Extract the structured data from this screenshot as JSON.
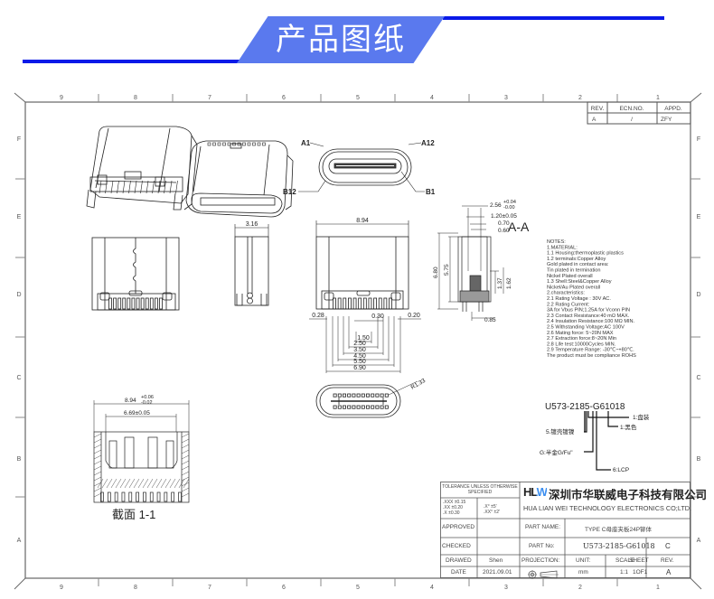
{
  "banner": {
    "title": "产品图纸"
  },
  "frame": {
    "columns": [
      "9",
      "8",
      "7",
      "6",
      "5",
      "4",
      "3",
      "2",
      "1"
    ],
    "rows": [
      "F",
      "E",
      "D",
      "C",
      "B",
      "A"
    ]
  },
  "revision_table": {
    "headers": [
      "REV.",
      "ECN.NO.",
      "APPD."
    ],
    "row": [
      "A",
      "/",
      "ZFY"
    ]
  },
  "views": {
    "connector_face": {
      "labels": {
        "a1": "A1",
        "a12": "A12",
        "b12": "B12",
        "b1": "B1"
      }
    },
    "side_view": {
      "dim_width": "3.16"
    },
    "front_view": {
      "dim_width": "8.94",
      "dims": {
        "d028": "0.28",
        "d030": "0.30",
        "d020": "0.20",
        "d150": "1.50",
        "d250": "2.50",
        "d350": "3.50",
        "d450": "4.50",
        "d550": "5.50",
        "d690": "6.90"
      }
    },
    "section_aa": {
      "title": "A-A",
      "dims": {
        "d256": "2.56",
        "d256_tol_up": "+0.04",
        "d256_tol_dn": "-0.00",
        "d120": "1.20±0.05",
        "d070": "0.70",
        "d060": "0.60",
        "d680": "6.80",
        "d575": "5.75",
        "d137": "1.37",
        "d162": "1.62",
        "d085": "0.85"
      }
    },
    "bottom_view": {
      "radius": "R1.33"
    },
    "section_11": {
      "caption": "截面  1-1",
      "dim_outer": "8.94",
      "dim_outer_tol_up": "+0.06",
      "dim_outer_tol_dn": "-0.02",
      "dim_inner": "6.69±0.05"
    }
  },
  "notes": {
    "lines": [
      "NOTES:",
      "1.MATERIAL:",
      "  1.1 Housing:thermoplastic plastics",
      "  1.2 terminals:Copper Alloy",
      "     Gold plated in contact area:",
      "     Tin plated in termination",
      "     Nickel Plated overall",
      "  1.3 Shell:Steel&Copper Alloy",
      "       Nickel/Au Plated overall",
      "2.characteristics:",
      "  2.1 Rating Voltage : 30V AC.",
      "  2.2 Rating Current:",
      "      3A for Vbus PIN;1.25A for Vconn PIN",
      "  2.3 Contact Resistance:40 mΩ MAX.",
      "  2.4 Insulation Resistance:100 MΩ MIN.",
      "  2.5 Withstanding Voltage:AC 100V",
      "  2.6 Mating force: 5~20N MAX",
      "  2.7 Extraction force:8~20N Min",
      "  2.8 Life test:10000Cycles MIN.",
      "  2.9 Temperature Range: -30℃~+80℃.",
      "  The product must be compliance ROHS"
    ]
  },
  "part_code": {
    "code": "U573-2185-G61018",
    "legend": [
      "1:盘装",
      "1:黑色",
      "5.镀壳镀镍",
      "G:半金G/Fu\"",
      "6:LCP"
    ]
  },
  "title_block": {
    "tolerance_header": "TOLERANCE UNLESS OTHERWISE SPECIFIED",
    "tolerance_linear": [
      ".XXX ±0.15",
      ".XX  ±0.20",
      ".X   ±0.30"
    ],
    "tolerance_angular": [
      ".X°   ±5'",
      ".XX°  ±2'"
    ],
    "logo": "HLW",
    "company_cn": "深圳市华联威电子科技有限公司",
    "company_en": "HUA LIAN WEI TECHNOLOGY ELECTRONICS CO;LTD.",
    "approved_label": "APPROVED",
    "approved_value": "",
    "checked_label": "CHECKED",
    "checked_value": "",
    "drawed_label": "DRAWED",
    "drawed_value": "Shen",
    "date_label": "DATE",
    "date_value": "2021.09.01",
    "part_name_label": "PART NAME:",
    "part_name_value": "TYPE C母座夹板24P铆体",
    "part_no_label": "PART No:",
    "part_no_value": "U573-2185-G61018",
    "part_no_rev": "C",
    "projection_label": "PROJECTION:",
    "unit_label": "UNIT:",
    "unit_value": "mm",
    "scale_label": "SCALE",
    "scale_value": "1:1",
    "sheet_label": "SHEET",
    "sheet_value": "1OF1",
    "rev_label": "REV.",
    "rev_value": "A"
  }
}
